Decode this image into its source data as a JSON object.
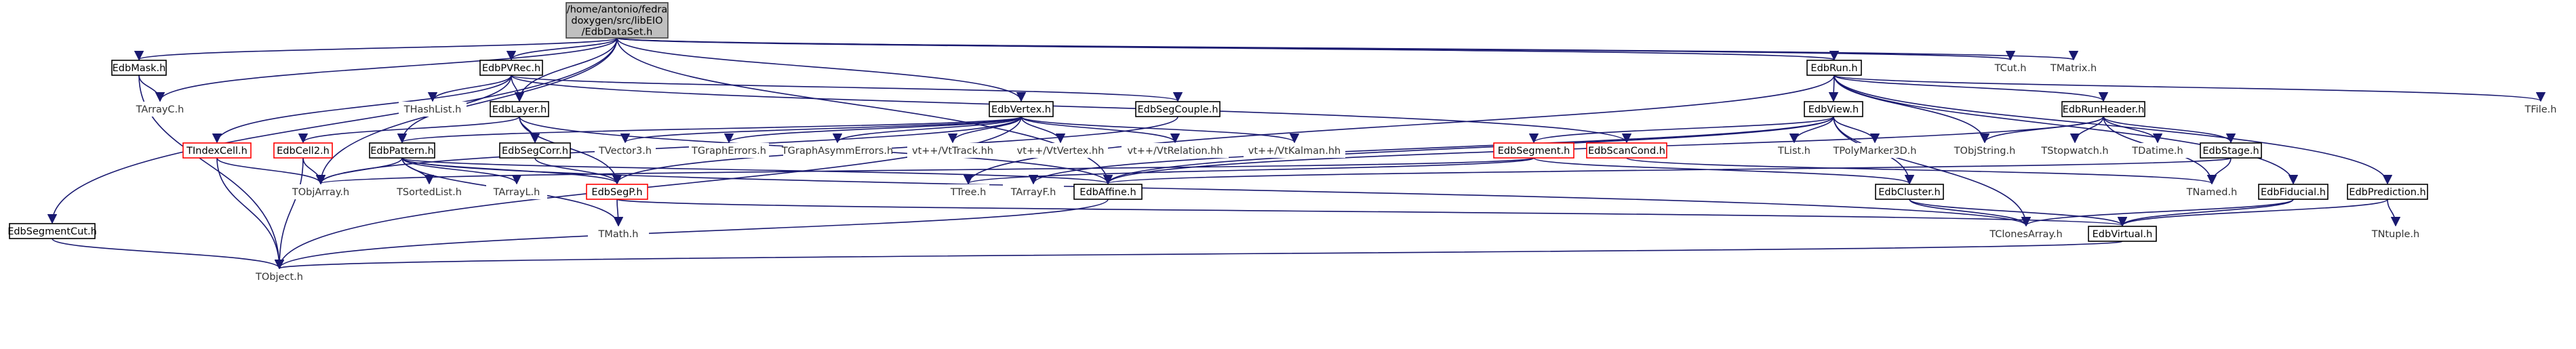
{
  "colors": {
    "edge": "#191970",
    "root_fill": "#bfbfbf",
    "red_border": "#ff0000",
    "text": "#000000"
  },
  "nodes": [
    {
      "id": "root",
      "label": "/home/antonio/fedra\ndoxygen/src/libEIO\n/EdbDataSet.h",
      "style": "root"
    },
    {
      "id": "EdbMask",
      "label": "EdbMask.h",
      "style": "box"
    },
    {
      "id": "EdbPVRec",
      "label": "EdbPVRec.h",
      "style": "box"
    },
    {
      "id": "EdbRun",
      "label": "EdbRun.h",
      "style": "box"
    },
    {
      "id": "TCut",
      "label": "TCut.h",
      "style": "ext"
    },
    {
      "id": "TMatrix",
      "label": "TMatrix.h",
      "style": "ext"
    },
    {
      "id": "TArrayC",
      "label": "TArrayC.h",
      "style": "ext"
    },
    {
      "id": "THashList",
      "label": "THashList.h",
      "style": "ext"
    },
    {
      "id": "EdbLayer",
      "label": "EdbLayer.h",
      "style": "box"
    },
    {
      "id": "EdbVertex",
      "label": "EdbVertex.h",
      "style": "box"
    },
    {
      "id": "EdbSegCouple",
      "label": "EdbSegCouple.h",
      "style": "box"
    },
    {
      "id": "EdbView",
      "label": "EdbView.h",
      "style": "box"
    },
    {
      "id": "EdbRunHeader",
      "label": "EdbRunHeader.h",
      "style": "box"
    },
    {
      "id": "TFile",
      "label": "TFile.h",
      "style": "ext"
    },
    {
      "id": "TIndexCell",
      "label": "TIndexCell.h",
      "style": "red"
    },
    {
      "id": "EdbCell2",
      "label": "EdbCell2.h",
      "style": "red"
    },
    {
      "id": "EdbSegCorr",
      "label": "EdbSegCorr.h",
      "style": "box"
    },
    {
      "id": "EdbPattern",
      "label": "EdbPattern.h",
      "style": "box"
    },
    {
      "id": "TVector3",
      "label": "TVector3.h",
      "style": "ext"
    },
    {
      "id": "TGraphErrors",
      "label": "TGraphErrors.h",
      "style": "ext"
    },
    {
      "id": "TGraphAsymmErrors",
      "label": "TGraphAsymmErrors.h",
      "style": "ext"
    },
    {
      "id": "VtTrack",
      "label": "vt++/VtTrack.hh",
      "style": "ext"
    },
    {
      "id": "VtVertex",
      "label": "vt++/VtVertex.hh",
      "style": "ext"
    },
    {
      "id": "VtRelation",
      "label": "vt++/VtRelation.hh",
      "style": "ext"
    },
    {
      "id": "VtKalman",
      "label": "vt++/VtKalman.hh",
      "style": "ext"
    },
    {
      "id": "EdbSegment",
      "label": "EdbSegment.h",
      "style": "red"
    },
    {
      "id": "EdbScanCond",
      "label": "EdbScanCond.h",
      "style": "red"
    },
    {
      "id": "TList",
      "label": "TList.h",
      "style": "ext"
    },
    {
      "id": "TPolyMarker3D",
      "label": "TPolyMarker3D.h",
      "style": "ext"
    },
    {
      "id": "TObjString",
      "label": "TObjString.h",
      "style": "ext"
    },
    {
      "id": "TStopwatch",
      "label": "TStopwatch.h",
      "style": "ext"
    },
    {
      "id": "TDatime",
      "label": "TDatime.h",
      "style": "ext"
    },
    {
      "id": "EdbStage",
      "label": "EdbStage.h",
      "style": "box"
    },
    {
      "id": "TObjArray",
      "label": "TObjArray.h",
      "style": "ext"
    },
    {
      "id": "TSortedList",
      "label": "TSortedList.h",
      "style": "ext"
    },
    {
      "id": "TArrayL",
      "label": "TArrayL.h",
      "style": "ext"
    },
    {
      "id": "EdbSegP",
      "label": "EdbSegP.h",
      "style": "red"
    },
    {
      "id": "TTree",
      "label": "TTree.h",
      "style": "ext"
    },
    {
      "id": "TArrayF",
      "label": "TArrayF.h",
      "style": "ext"
    },
    {
      "id": "EdbAffine",
      "label": "EdbAffine.h",
      "style": "box"
    },
    {
      "id": "EdbCluster",
      "label": "EdbCluster.h",
      "style": "box"
    },
    {
      "id": "TNamed",
      "label": "TNamed.h",
      "style": "ext"
    },
    {
      "id": "EdbFiducial",
      "label": "EdbFiducial.h",
      "style": "box"
    },
    {
      "id": "EdbPrediction",
      "label": "EdbPrediction.h",
      "style": "box"
    },
    {
      "id": "EdbSegmentCut",
      "label": "EdbSegmentCut.h",
      "style": "box"
    },
    {
      "id": "TMath",
      "label": "TMath.h",
      "style": "ext"
    },
    {
      "id": "TClonesArray",
      "label": "TClonesArray.h",
      "style": "ext"
    },
    {
      "id": "EdbVirtual",
      "label": "EdbVirtual.h",
      "style": "box"
    },
    {
      "id": "TNtuple",
      "label": "TNtuple.h",
      "style": "ext"
    },
    {
      "id": "TObject",
      "label": "TObject.h",
      "style": "ext"
    }
  ],
  "edges": [
    [
      "root",
      "EdbMask"
    ],
    [
      "root",
      "EdbPVRec"
    ],
    [
      "root",
      "EdbRun"
    ],
    [
      "root",
      "TCut"
    ],
    [
      "root",
      "TMatrix"
    ],
    [
      "root",
      "TArrayC"
    ],
    [
      "root",
      "EdbLayer"
    ],
    [
      "root",
      "EdbVertex"
    ],
    [
      "root",
      "EdbSegmentCut"
    ],
    [
      "root",
      "TObjArray"
    ],
    [
      "root",
      "EdbAffine"
    ],
    [
      "EdbMask",
      "TArrayC"
    ],
    [
      "EdbMask",
      "TObject"
    ],
    [
      "EdbPVRec",
      "THashList"
    ],
    [
      "EdbPVRec",
      "EdbLayer"
    ],
    [
      "EdbPVRec",
      "EdbSegCouple"
    ],
    [
      "EdbPVRec",
      "EdbScanCond"
    ],
    [
      "EdbPVRec",
      "TIndexCell"
    ],
    [
      "EdbPVRec",
      "EdbPattern"
    ],
    [
      "EdbRun",
      "TFile"
    ],
    [
      "EdbRun",
      "EdbView"
    ],
    [
      "EdbRun",
      "EdbRunHeader"
    ],
    [
      "EdbRun",
      "TObjString"
    ],
    [
      "EdbRun",
      "EdbPrediction"
    ],
    [
      "EdbRun",
      "EdbFiducial"
    ],
    [
      "EdbRun",
      "TTree"
    ],
    [
      "EdbLayer",
      "EdbCell2"
    ],
    [
      "EdbLayer",
      "EdbSegCorr"
    ],
    [
      "EdbLayer",
      "EdbAffine"
    ],
    [
      "EdbLayer",
      "EdbSegP"
    ],
    [
      "EdbVertex",
      "TVector3"
    ],
    [
      "EdbVertex",
      "TGraphErrors"
    ],
    [
      "EdbVertex",
      "TGraphAsymmErrors"
    ],
    [
      "EdbVertex",
      "VtTrack"
    ],
    [
      "EdbVertex",
      "VtVertex"
    ],
    [
      "EdbVertex",
      "VtRelation"
    ],
    [
      "EdbVertex",
      "VtKalman"
    ],
    [
      "EdbVertex",
      "EdbPattern"
    ],
    [
      "EdbVertex",
      "TObjArray"
    ],
    [
      "EdbVertex",
      "TObject"
    ],
    [
      "EdbSegCouple",
      "EdbSegP"
    ],
    [
      "EdbView",
      "EdbSegment"
    ],
    [
      "EdbView",
      "EdbCluster"
    ],
    [
      "EdbView",
      "TList"
    ],
    [
      "EdbView",
      "TPolyMarker3D"
    ],
    [
      "EdbView",
      "TClonesArray"
    ],
    [
      "EdbView",
      "TArrayF"
    ],
    [
      "EdbView",
      "EdbAffine"
    ],
    [
      "EdbRunHeader",
      "TObjString"
    ],
    [
      "EdbRunHeader",
      "TStopwatch"
    ],
    [
      "EdbRunHeader",
      "TDatime"
    ],
    [
      "EdbRunHeader",
      "EdbStage"
    ],
    [
      "EdbRunHeader",
      "EdbAffine"
    ],
    [
      "EdbRunHeader",
      "TNamed"
    ],
    [
      "TIndexCell",
      "TObjArray"
    ],
    [
      "TIndexCell",
      "TObject"
    ],
    [
      "EdbCell2",
      "TObjArray"
    ],
    [
      "EdbCell2",
      "TObject"
    ],
    [
      "EdbSegCorr",
      "EdbSegP"
    ],
    [
      "EdbPattern",
      "TObjArray"
    ],
    [
      "EdbPattern",
      "TSortedList"
    ],
    [
      "EdbPattern",
      "TArrayL"
    ],
    [
      "EdbPattern",
      "EdbSegP"
    ],
    [
      "EdbPattern",
      "TMath"
    ],
    [
      "EdbPattern",
      "TClonesArray"
    ],
    [
      "EdbPattern",
      "EdbAffine"
    ],
    [
      "EdbSegment",
      "TObjArray"
    ],
    [
      "EdbSegment",
      "EdbCluster"
    ],
    [
      "EdbSegment",
      "TTree"
    ],
    [
      "EdbScanCond",
      "TNamed"
    ],
    [
      "EdbStage",
      "TNamed"
    ],
    [
      "EdbStage",
      "EdbAffine"
    ],
    [
      "EdbSegP",
      "TMath"
    ],
    [
      "EdbSegP",
      "EdbVirtual"
    ],
    [
      "EdbCluster",
      "TClonesArray"
    ],
    [
      "EdbCluster",
      "EdbVirtual"
    ],
    [
      "EdbFiducial",
      "EdbVirtual"
    ],
    [
      "EdbFiducial",
      "TClonesArray"
    ],
    [
      "EdbPrediction",
      "EdbVirtual"
    ],
    [
      "EdbPrediction",
      "TNtuple"
    ],
    [
      "EdbSegmentCut",
      "TObject"
    ],
    [
      "EdbVirtual",
      "TObject"
    ],
    [
      "EdbAffine",
      "TObject"
    ]
  ]
}
